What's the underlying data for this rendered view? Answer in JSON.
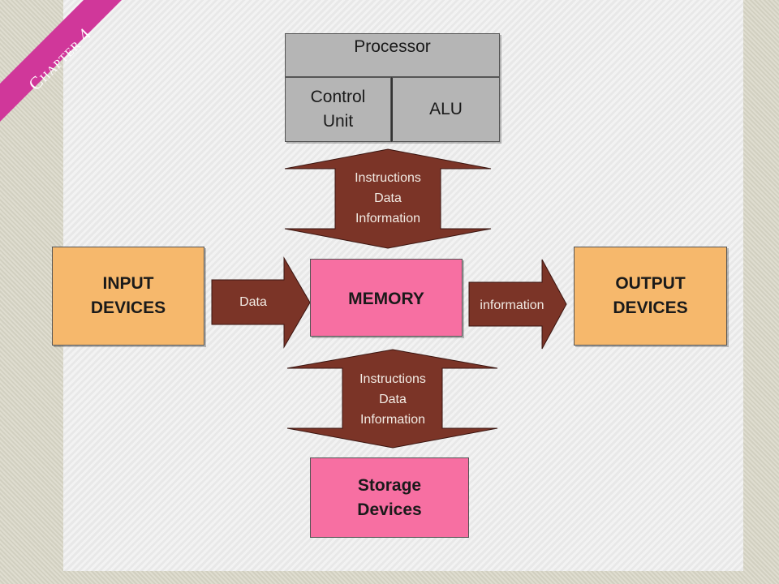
{
  "ribbon": {
    "text": "Chapter 4"
  },
  "processor": {
    "title": "Processor",
    "control_unit": [
      "Control",
      "Unit"
    ],
    "alu": "ALU"
  },
  "arrows": {
    "top": [
      "Instructions",
      "Data",
      "Information"
    ],
    "bottom": [
      "Instructions",
      "Data",
      "Information"
    ],
    "left": "Data",
    "right": "information"
  },
  "boxes": {
    "input": [
      "INPUT",
      "DEVICES"
    ],
    "memory": "MEMORY",
    "output": [
      "OUTPUT",
      "DEVICES"
    ],
    "storage": [
      "Storage",
      "Devices"
    ]
  },
  "colors": {
    "processor_fill": "#b5b5b5",
    "orange_fill": "#f6b86c",
    "pink_fill": "#f76fa2",
    "arrow_fill": "#7b3427",
    "ribbon_fill": "#d0379a"
  }
}
